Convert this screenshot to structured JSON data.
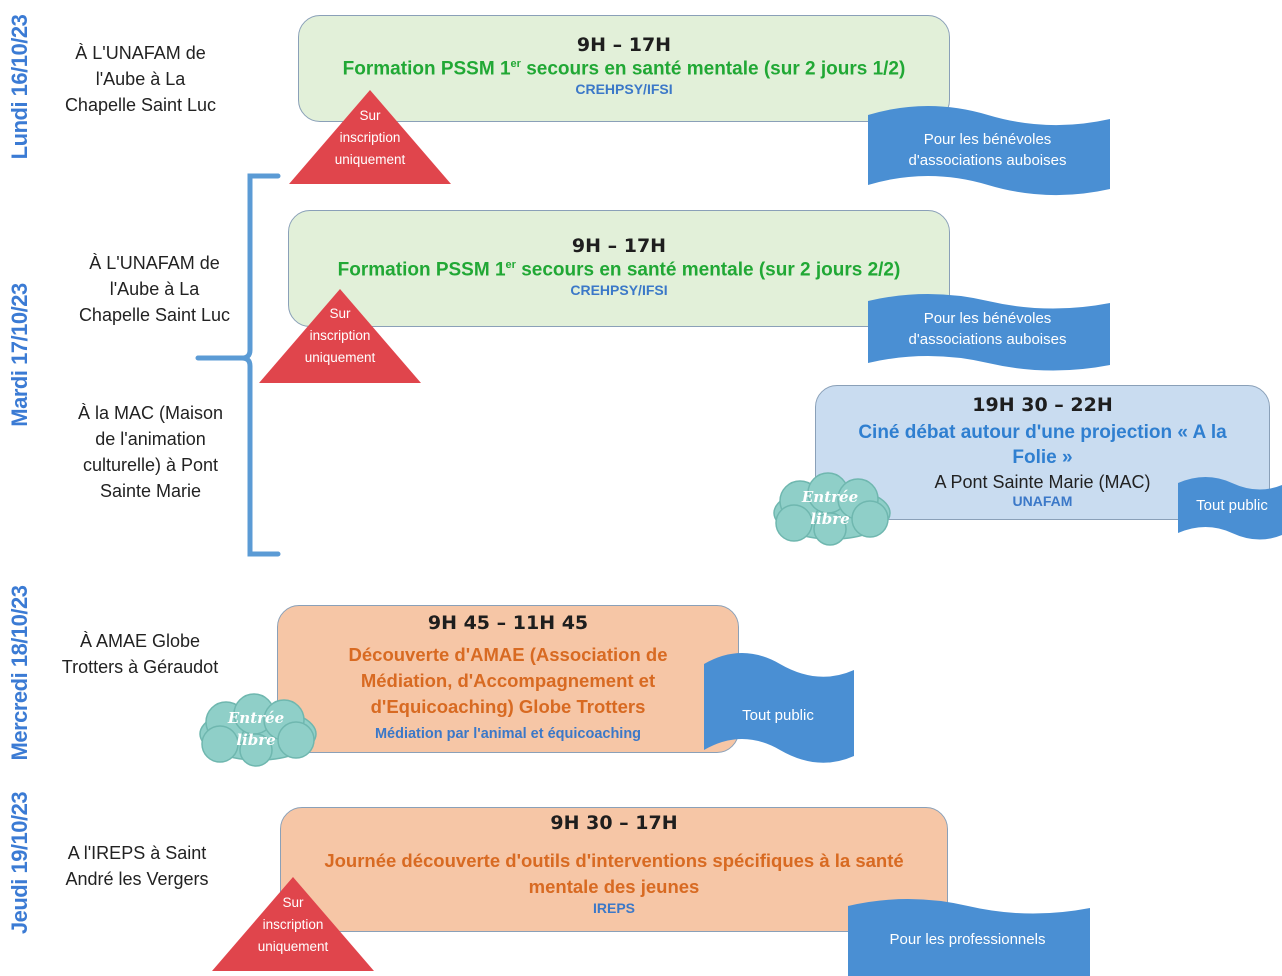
{
  "days": {
    "monday": "Lundi 16/10/23",
    "tuesday": "Mardi 17/10/23",
    "wednesday": "Mercredi 18/10/23",
    "thursday": "Jeudi 19/10/23"
  },
  "venues": {
    "v1": "À L'UNAFAM de l'Aube à La Chapelle Saint Luc",
    "v2": "À L'UNAFAM de l'Aube à La Chapelle Saint Luc",
    "v3": "À la MAC (Maison de l'animation culturelle) à Pont Sainte Marie",
    "v4": "À AMAE Globe Trotters à Géraudot",
    "v5": "A l'IREPS à Saint André les Vergers"
  },
  "events": {
    "e1": {
      "time": "9H – 17H",
      "title_pre": "Formation PSSM 1",
      "title_sup": "er",
      "title_post": " secours en santé mentale (sur 2 jours 1/2)",
      "org": "CREHPSY/IFSI"
    },
    "e2": {
      "time": "9H – 17H",
      "title_pre": "Formation PSSM 1",
      "title_sup": "er",
      "title_post": " secours en santé mentale (sur 2 jours 2/2)",
      "org": "CREHPSY/IFSI"
    },
    "e3": {
      "time": "19H 30 – 22H",
      "title": "Ciné débat autour d'une projection « A la Folie »",
      "location": "A Pont Sainte Marie (MAC)",
      "org": "UNAFAM"
    },
    "e4": {
      "time": "9H 45 – 11H 45",
      "title": "Découverte d'AMAE (Association de Médiation, d'Accompagnement et d'Equicoaching) Globe Trotters",
      "subtitle": "Médiation par l'animal et équicoaching"
    },
    "e5": {
      "time": "9H 30 – 17H",
      "title": "Journée découverte d'outils d'interventions spécifiques à la santé mentale des jeunes",
      "org": "IREPS"
    }
  },
  "badges": {
    "registration": "Sur inscription uniquement",
    "free_entry": "Entrée libre"
  },
  "audiences": {
    "volunteers": "Pour les bénévoles d'associations auboises",
    "public": "Tout public",
    "professionals": "Pour les professionnels"
  },
  "colors": {
    "day_label": "#3b7bd4",
    "green_card": "#e2f0d9",
    "blue_card": "#c9dcf0",
    "orange_card": "#f6c6a6",
    "flag": "#4a8fd3",
    "triangle": "#e0454c",
    "cloud": "#8fcfc8"
  }
}
